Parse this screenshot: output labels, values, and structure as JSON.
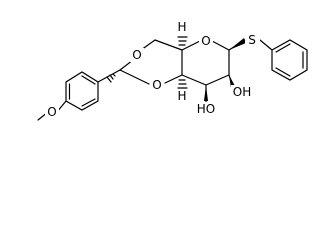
{
  "atoms": {
    "O_ring": "O",
    "S": "S",
    "O_dioxane_top": "O",
    "O_dioxane_bottom": "O",
    "OH_2": "OH",
    "OH_3": "HO",
    "H_top": "H",
    "H_bottom": "H",
    "O_methoxy": "O"
  },
  "colors": {
    "ink": "#000000",
    "background": "#ffffff"
  }
}
